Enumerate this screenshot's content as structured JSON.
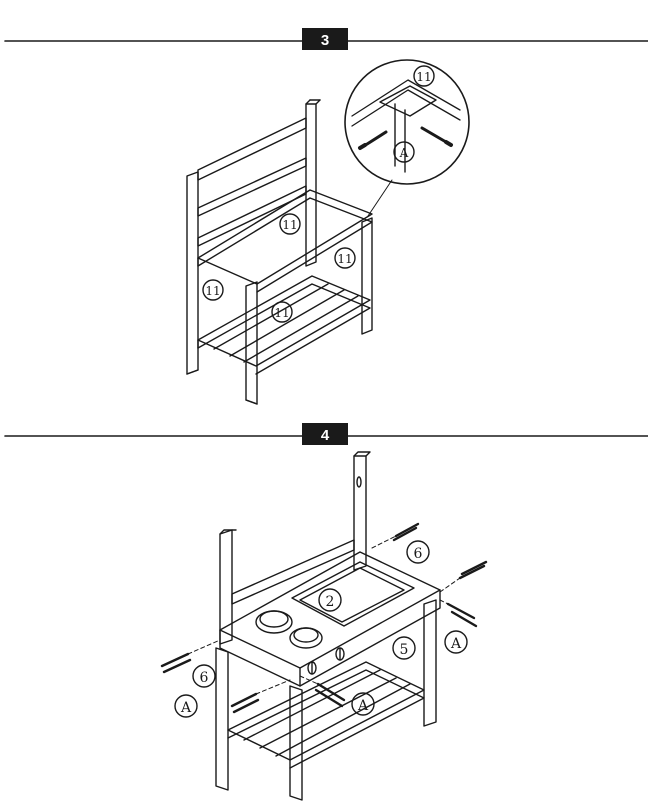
{
  "steps": [
    {
      "number": "3",
      "callouts": {
        "top": "11",
        "back": "11",
        "side_right": "11",
        "side_left": "11",
        "front": "11",
        "screw": "A"
      }
    },
    {
      "number": "4",
      "callouts": {
        "sink": "2",
        "shelf": "5",
        "screw_right_top": "6",
        "screw_left": "6",
        "screw_left_a": "A",
        "screw_right_a": "A",
        "screw_center_a": "A"
      }
    }
  ],
  "colors": {
    "line": "#1a1a1a",
    "badge_bg": "#1a1a1a",
    "badge_text": "#ffffff"
  }
}
